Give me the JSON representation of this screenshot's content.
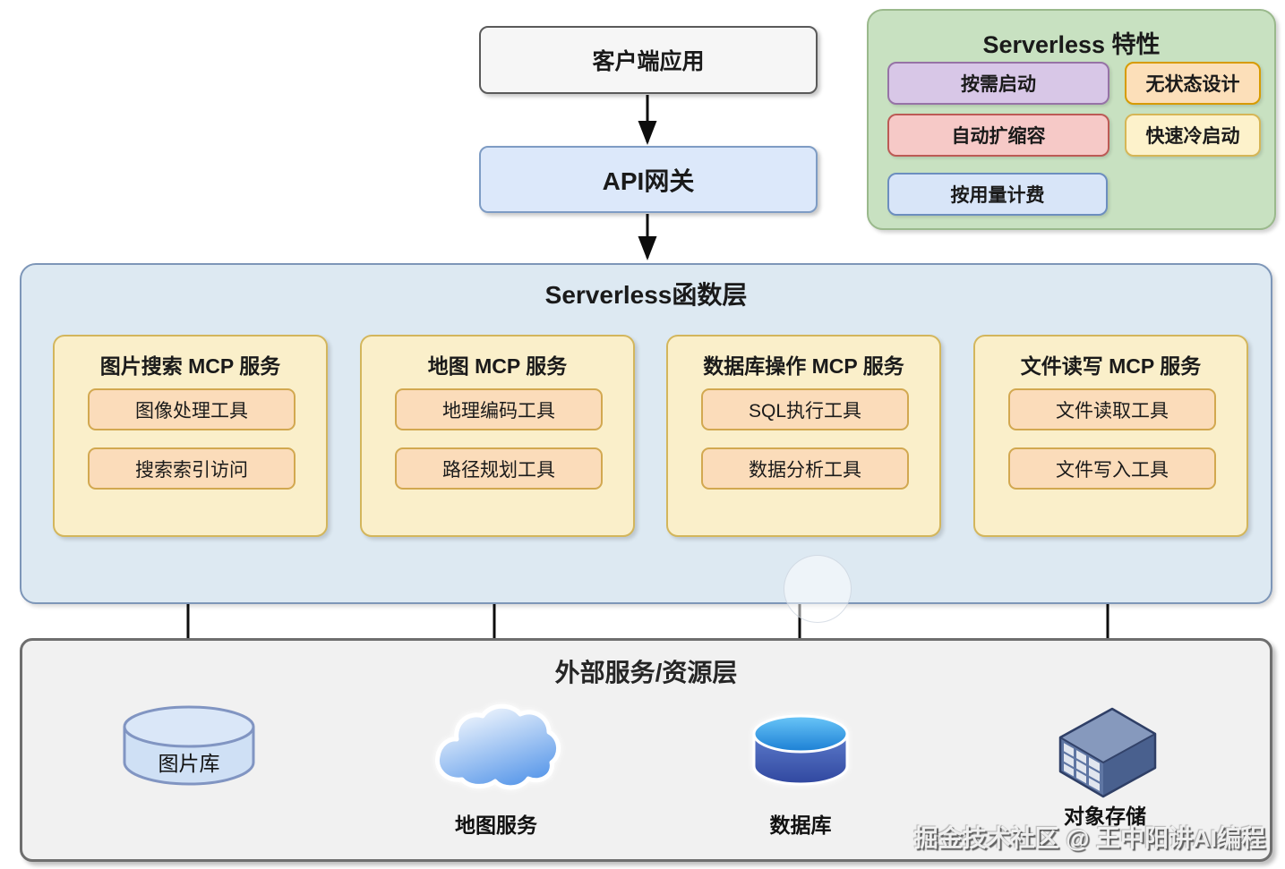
{
  "nodes": {
    "client": {
      "label": "客户端应用"
    },
    "gateway": {
      "label": "API网关"
    }
  },
  "features_panel": {
    "title": "Serverless 特性",
    "items": [
      {
        "label": "按需启动",
        "fill": "#d8c7e7",
        "border": "#9673a6"
      },
      {
        "label": "无状态设计",
        "fill": "#fcdfb9",
        "border": "#d79b00"
      },
      {
        "label": "自动扩缩容",
        "fill": "#f6c9c7",
        "border": "#bc5a55"
      },
      {
        "label": "快速冷启动",
        "fill": "#fdf2cb",
        "border": "#d6b656"
      },
      {
        "label": "按用量计费",
        "fill": "#d8e5f8",
        "border": "#6c8ebf"
      }
    ]
  },
  "function_layer": {
    "title": "Serverless函数层",
    "services": [
      {
        "title": "图片搜索 MCP 服务",
        "tools": [
          "图像处理工具",
          "搜索索引访问"
        ]
      },
      {
        "title": "地图 MCP 服务",
        "tools": [
          "地理编码工具",
          "路径规划工具"
        ]
      },
      {
        "title": "数据库操作 MCP 服务",
        "tools": [
          "SQL执行工具",
          "数据分析工具"
        ]
      },
      {
        "title": "文件读写 MCP 服务",
        "tools": [
          "文件读取工具",
          "文件写入工具"
        ]
      }
    ]
  },
  "resource_layer": {
    "title": "外部服务/资源层",
    "resources": [
      {
        "label": "图片库",
        "icon": "cylinder-light-icon"
      },
      {
        "label": "地图服务",
        "icon": "cloud-icon"
      },
      {
        "label": "数据库",
        "icon": "database-cylinder-icon"
      },
      {
        "label": "对象存储",
        "icon": "storage-crate-icon"
      }
    ]
  },
  "connections": [
    {
      "from": "客户端应用",
      "to": "API网关",
      "style": "single-arrow"
    },
    {
      "from": "API网关",
      "to": "Serverless函数层",
      "style": "single-arrow"
    },
    {
      "from": "图片搜索 MCP 服务",
      "to": "图片库",
      "style": "double-arrow"
    },
    {
      "from": "地图 MCP 服务",
      "to": "地图服务",
      "style": "double-arrow"
    },
    {
      "from": "数据库操作 MCP 服务",
      "to": "数据库",
      "style": "double-arrow"
    },
    {
      "from": "文件读写 MCP 服务",
      "to": "对象存储",
      "style": "double-arrow"
    }
  ],
  "watermark": "掘金技术社区 @ 王中阳讲AI编程",
  "colors": {
    "function_layer_bg": "#dde9f2",
    "function_layer_border": "#7d96b8",
    "service_card_bg": "#faefca",
    "service_card_border": "#d3b65c",
    "tool_bg": "#fbdcba",
    "tool_border": "#d2a850",
    "features_panel_bg": "#c8e1c1",
    "features_panel_border": "#9ab98c",
    "resource_layer_bg": "#f1f1f1",
    "api_box_bg": "#dce8fa",
    "client_box_bg": "#f6f6f6",
    "arrow": "#0d0d0d"
  }
}
